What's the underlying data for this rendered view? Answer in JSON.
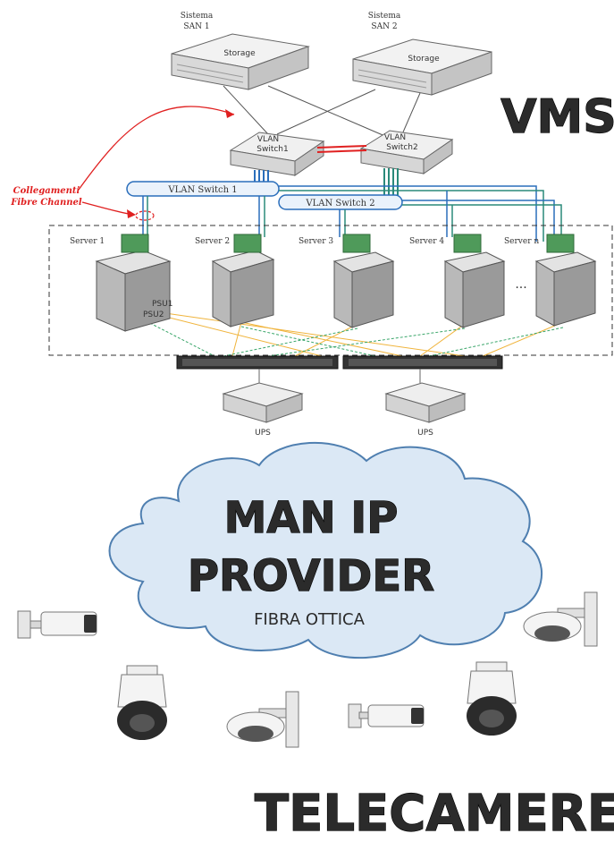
{
  "san": [
    {
      "label_line1": "Sistema",
      "label_line2": "SAN 1",
      "device": "Storage"
    },
    {
      "label_line1": "Sistema",
      "label_line2": "SAN 2",
      "device": "Storage"
    }
  ],
  "switches": [
    {
      "line1": "VLAN",
      "line2": "Switch1"
    },
    {
      "line1": "VLAN",
      "line2": "Switch2"
    }
  ],
  "vlan_bars": [
    "VLAN Switch 1",
    "VLAN Switch 2"
  ],
  "fibre_channel": {
    "line1": "Collegamenti",
    "line2": "Fibre Channel"
  },
  "servers": [
    "Server 1",
    "Server 2",
    "Server 3",
    "Server 4",
    "Server n"
  ],
  "ellipsis": "...",
  "psu": [
    "PSU1",
    "PSU2"
  ],
  "ups": [
    "UPS",
    "UPS"
  ],
  "titles": {
    "vms": "VMS",
    "cloud_line1": "MAN IP",
    "cloud_line2": "PROVIDER",
    "cloud_sub": "FIBRA OTTICA",
    "cameras": "TELECAMERE"
  },
  "colors": {
    "vlan_blue": "#2a6ebb",
    "fibre_red": "#e02020",
    "cloud_fill": "#dbe8f5",
    "cloud_stroke": "#4f7fb0",
    "power_yellow": "#f0b43c",
    "power_green": "#3aa66a"
  }
}
